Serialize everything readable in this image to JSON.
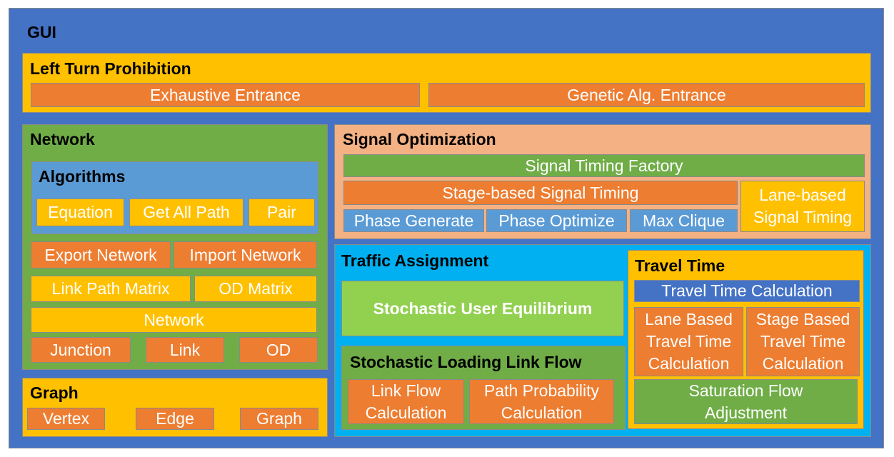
{
  "gui": {
    "title": "GUI"
  },
  "left_turn": {
    "title": "Left Turn Prohibition",
    "exhaustive": "Exhaustive Entrance",
    "genetic": "Genetic Alg. Entrance"
  },
  "network": {
    "title": "Network",
    "algorithms": {
      "title": "Algorithms",
      "equation": "Equation",
      "get_all_path": "Get All Path",
      "pair": "Pair"
    },
    "export_network": "Export Network",
    "import_network": "Import Network",
    "link_path_matrix": "Link Path Matrix",
    "od_matrix": "OD Matrix",
    "network_bar": "Network",
    "junction": "Junction",
    "link": "Link",
    "od": "OD"
  },
  "graph": {
    "title": "Graph",
    "vertex": "Vertex",
    "edge": "Edge",
    "graph_item": "Graph"
  },
  "signal": {
    "title": "Signal Optimization",
    "factory": "Signal Timing Factory",
    "stage_based": "Stage-based Signal Timing",
    "lane_based_1": "Lane-based",
    "lane_based_2": "Signal Timing",
    "phase_generate": "Phase Generate",
    "phase_optimize": "Phase Optimize",
    "max_clique": "Max Clique"
  },
  "traffic": {
    "title": "Traffic Assignment",
    "sue": "Stochastic User Equilibrium",
    "sllf": {
      "title": "Stochastic Loading Link Flow",
      "link_flow_1": "Link Flow",
      "link_flow_2": "Calculation",
      "path_prob_1": "Path Probability",
      "path_prob_2": "Calculation"
    }
  },
  "travel_time": {
    "title": "Travel Time",
    "calc": "Travel Time Calculation",
    "lane_1": "Lane Based",
    "lane_2": "Travel Time",
    "lane_3": "Calculation",
    "stage_1": "Stage Based",
    "stage_2": "Travel Time",
    "stage_3": "Calculation",
    "sat_1": "Saturation Flow",
    "sat_2": "Adjustment"
  },
  "colors": {
    "gui_blue": "#4472c4",
    "gold": "#ffc000",
    "orange": "#ed7d31",
    "green": "#70ad47",
    "light_blue": "#5b9bd5",
    "peach": "#f4b183",
    "sky": "#00b0f0",
    "light_green": "#92d050"
  }
}
